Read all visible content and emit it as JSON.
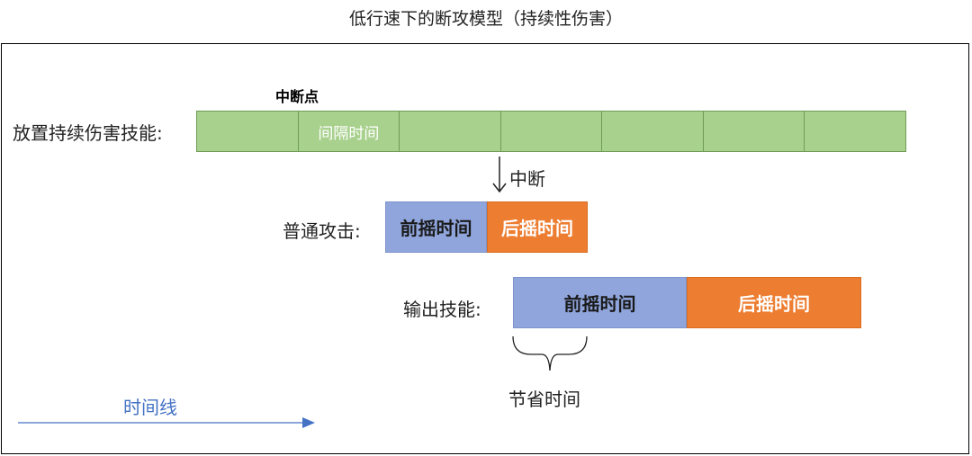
{
  "title": "低行速下的断攻模型（持续性伤害）",
  "labels": {
    "cast_skill": "放置持续伤害技能:",
    "normal_attack": "普通攻击:",
    "output_skill": "输出技能:",
    "interrupt_point": "中断点",
    "interrupt": "中断",
    "saved_time": "节省时间",
    "timeline": "时间线"
  },
  "cast_bar": {
    "cells": [
      "",
      "间隔时间",
      "",
      "",
      "",
      "",
      ""
    ]
  },
  "normal_attack": {
    "foreswing": "前摇时间",
    "backswing": "后摇时间"
  },
  "output_skill": {
    "foreswing": "前摇时间",
    "backswing": "后摇时间"
  },
  "colors": {
    "green": "#a9d18e",
    "blue": "#8fa5dc",
    "orange": "#ed7d31",
    "timeline": "#4472c4"
  }
}
